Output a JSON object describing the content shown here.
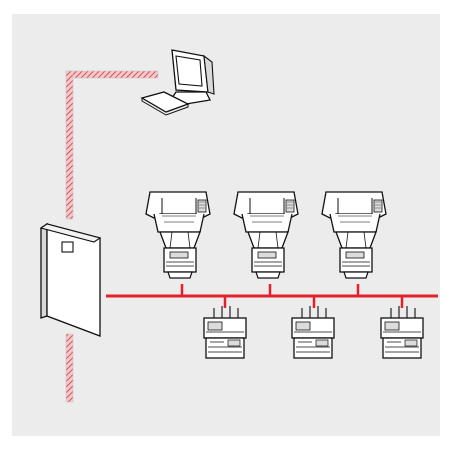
{
  "diagram": {
    "colors": {
      "panel_background": "#ececec",
      "page_background": "#ffffff",
      "bus_line": "#e4202a",
      "cable_fill": "#f4c9cb",
      "cable_hatch": "#d2323b",
      "device_outline": "#111111",
      "device_fill": "#ffffff",
      "device_shade": "#d9d9d9"
    },
    "components": {
      "computer": {
        "icon": "desktop-computer-icon",
        "parts": [
          "monitor",
          "keyboard"
        ]
      },
      "controller": {
        "icon": "wall-mounted-control-panel-icon"
      },
      "upper_devices": {
        "icon": "ceiling-mounted-device-icon",
        "count": 3
      },
      "lower_devices": {
        "icon": "bus-module-icon",
        "count": 3
      },
      "bus": {
        "icon": "red-bus-line-icon"
      },
      "uplink_cable": {
        "icon": "hatched-cable-icon",
        "style": "red hatched"
      },
      "downlink_cable": {
        "icon": "hatched-cable-icon",
        "style": "red hatched"
      }
    }
  }
}
